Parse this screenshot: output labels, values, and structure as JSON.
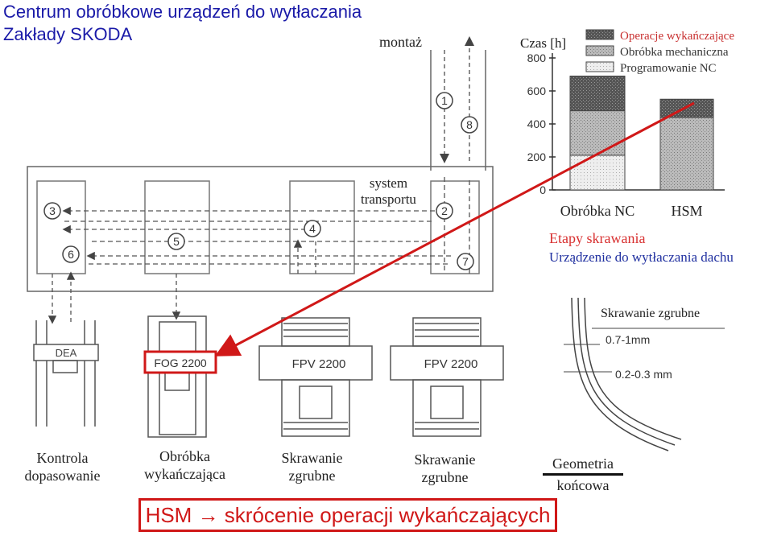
{
  "title": {
    "line1": "Centrum obróbkowe urządzeń do wytłaczania",
    "line2": "Zakłady SKODA"
  },
  "labels": {
    "montaz": "montaż",
    "system_transport": "system",
    "system_transport2": "transportu",
    "etapy": "Etapy skrawania",
    "urzadzenie": "Urządzenie do wytłaczania dachu",
    "skrawanie_zgrubne_right": "Skrawanie zgrubne",
    "dim1": "0.7-1mm",
    "dim2": "0.2-0.3 mm"
  },
  "stations": [
    {
      "box": "DEA",
      "caption1": "Kontrola",
      "caption2": "dopasowanie"
    },
    {
      "box": "FOG 2200",
      "caption1": "Obróbka",
      "caption2": "wykańczająca"
    },
    {
      "box": "FPV 2200",
      "caption1": "Skrawanie",
      "caption2": "zgrubne"
    },
    {
      "box": "FPV 2200",
      "caption1": "Skrawanie",
      "caption2": "zgrubne"
    },
    {
      "box": "",
      "caption1": "Geometria",
      "caption2": "końcowa"
    }
  ],
  "step_numbers": [
    "1",
    "2",
    "3",
    "4",
    "5",
    "6",
    "7",
    "8"
  ],
  "banner": "HSM → skrócenie operacji wykańczających",
  "colors": {
    "title": "#1a1aa8",
    "accent_red": "#d83030",
    "navy": "#2030a0"
  },
  "chart_data": {
    "type": "bar",
    "ylabel": "Czas [h]",
    "ylim": [
      0,
      800
    ],
    "yticks": [
      0,
      200,
      400,
      600,
      800
    ],
    "categories": [
      "Obróbka NC",
      "HSM"
    ],
    "legend": [
      "Operacje wykańczające",
      "Obróbka mechaniczna",
      "Programowanie NC"
    ],
    "series": [
      {
        "name": "Programowanie NC",
        "values": [
          210,
          0
        ]
      },
      {
        "name": "Obróbka mechaniczna",
        "values": [
          270,
          440
        ]
      },
      {
        "name": "Operacje wykańczające",
        "values": [
          210,
          110
        ]
      }
    ]
  }
}
